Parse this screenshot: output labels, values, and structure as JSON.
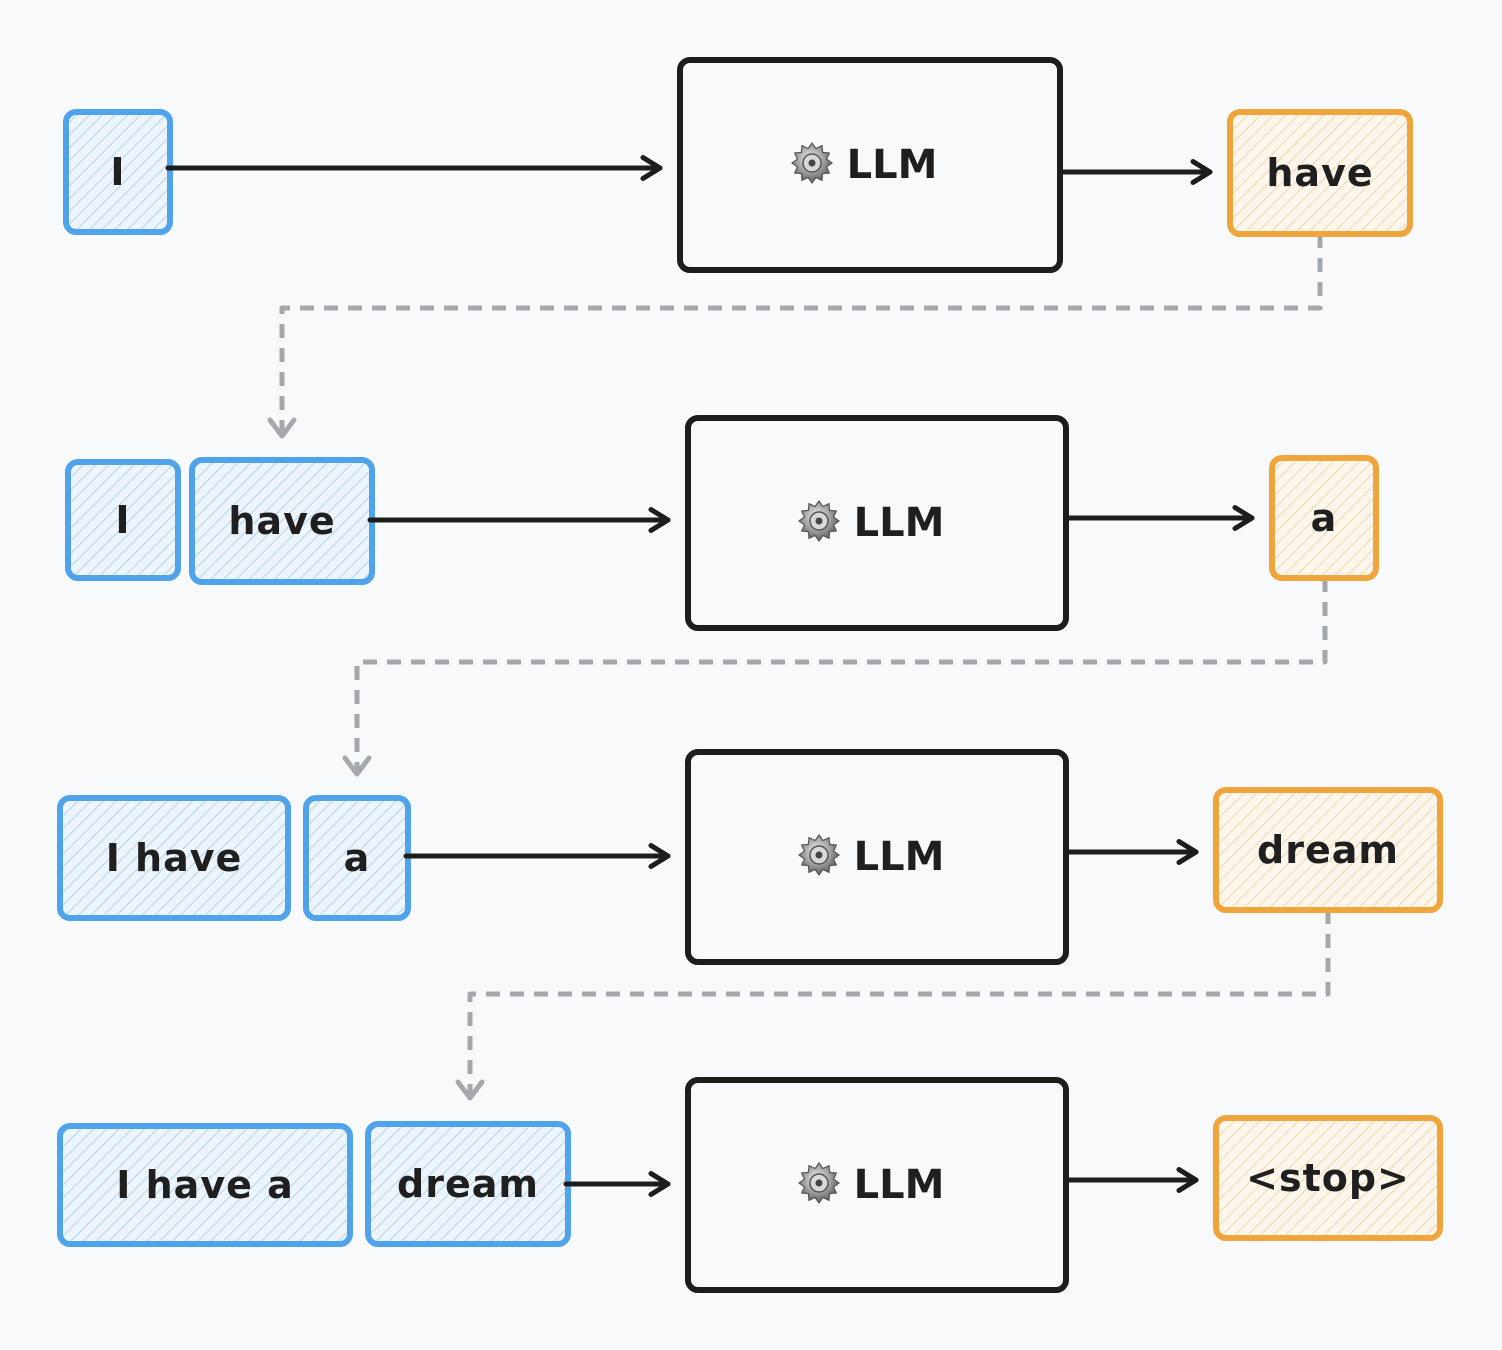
{
  "model_label": "LLM",
  "steps": [
    {
      "inputs": [
        "I"
      ],
      "output": "have"
    },
    {
      "inputs": [
        "I",
        "have"
      ],
      "output": "a"
    },
    {
      "inputs": [
        "I have",
        "a"
      ],
      "output": "dream"
    },
    {
      "inputs": [
        "I have a",
        "dream"
      ],
      "output": "<stop>"
    }
  ],
  "colors": {
    "input_stroke": "#4fa3ea",
    "output_stroke": "#f0a53c",
    "llm_stroke": "#1d1d1d",
    "arrow": "#1d1d1d",
    "feedback_arrow": "#a3a8ae",
    "background": "#f8f9fb"
  },
  "icons": {
    "model": "gear-icon"
  }
}
